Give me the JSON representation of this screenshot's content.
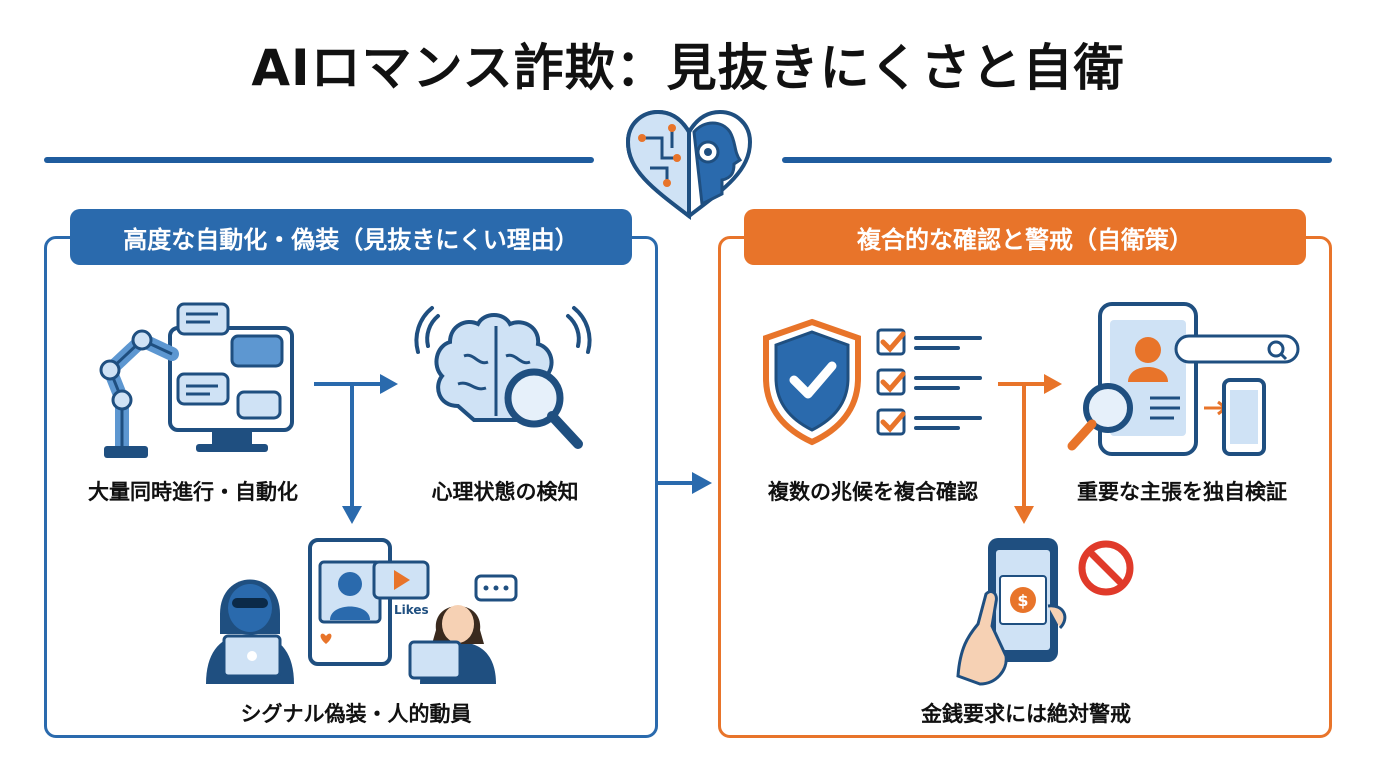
{
  "title": "AIロマンス詐欺：見抜きにくさと自衛",
  "left_panel": {
    "heading": "高度な自動化・偽装（見抜きにくい理由）",
    "items": [
      {
        "label": "大量同時進行・自動化",
        "icon": "robot-arm-chat-icon"
      },
      {
        "label": "心理状態の検知",
        "icon": "brain-magnifier-icon"
      },
      {
        "label": "シグナル偽装・人的動員",
        "icon": "hacker-social-icon"
      }
    ],
    "likes_text": "Likes"
  },
  "right_panel": {
    "heading": "複合的な確認と警戒（自衛策）",
    "items": [
      {
        "label": "複数の兆候を複合確認",
        "icon": "shield-checklist-icon"
      },
      {
        "label": "重要な主張を独自検証",
        "icon": "profile-search-icon"
      },
      {
        "label": "金銭要求には絶対警戒",
        "icon": "phone-money-prohibited-icon"
      }
    ]
  },
  "colors": {
    "blue": "#2a6aad",
    "dark_blue": "#1f4f80",
    "light_blue": "#cfe2f5",
    "orange": "#e8742a",
    "red": "#e03a2a"
  }
}
